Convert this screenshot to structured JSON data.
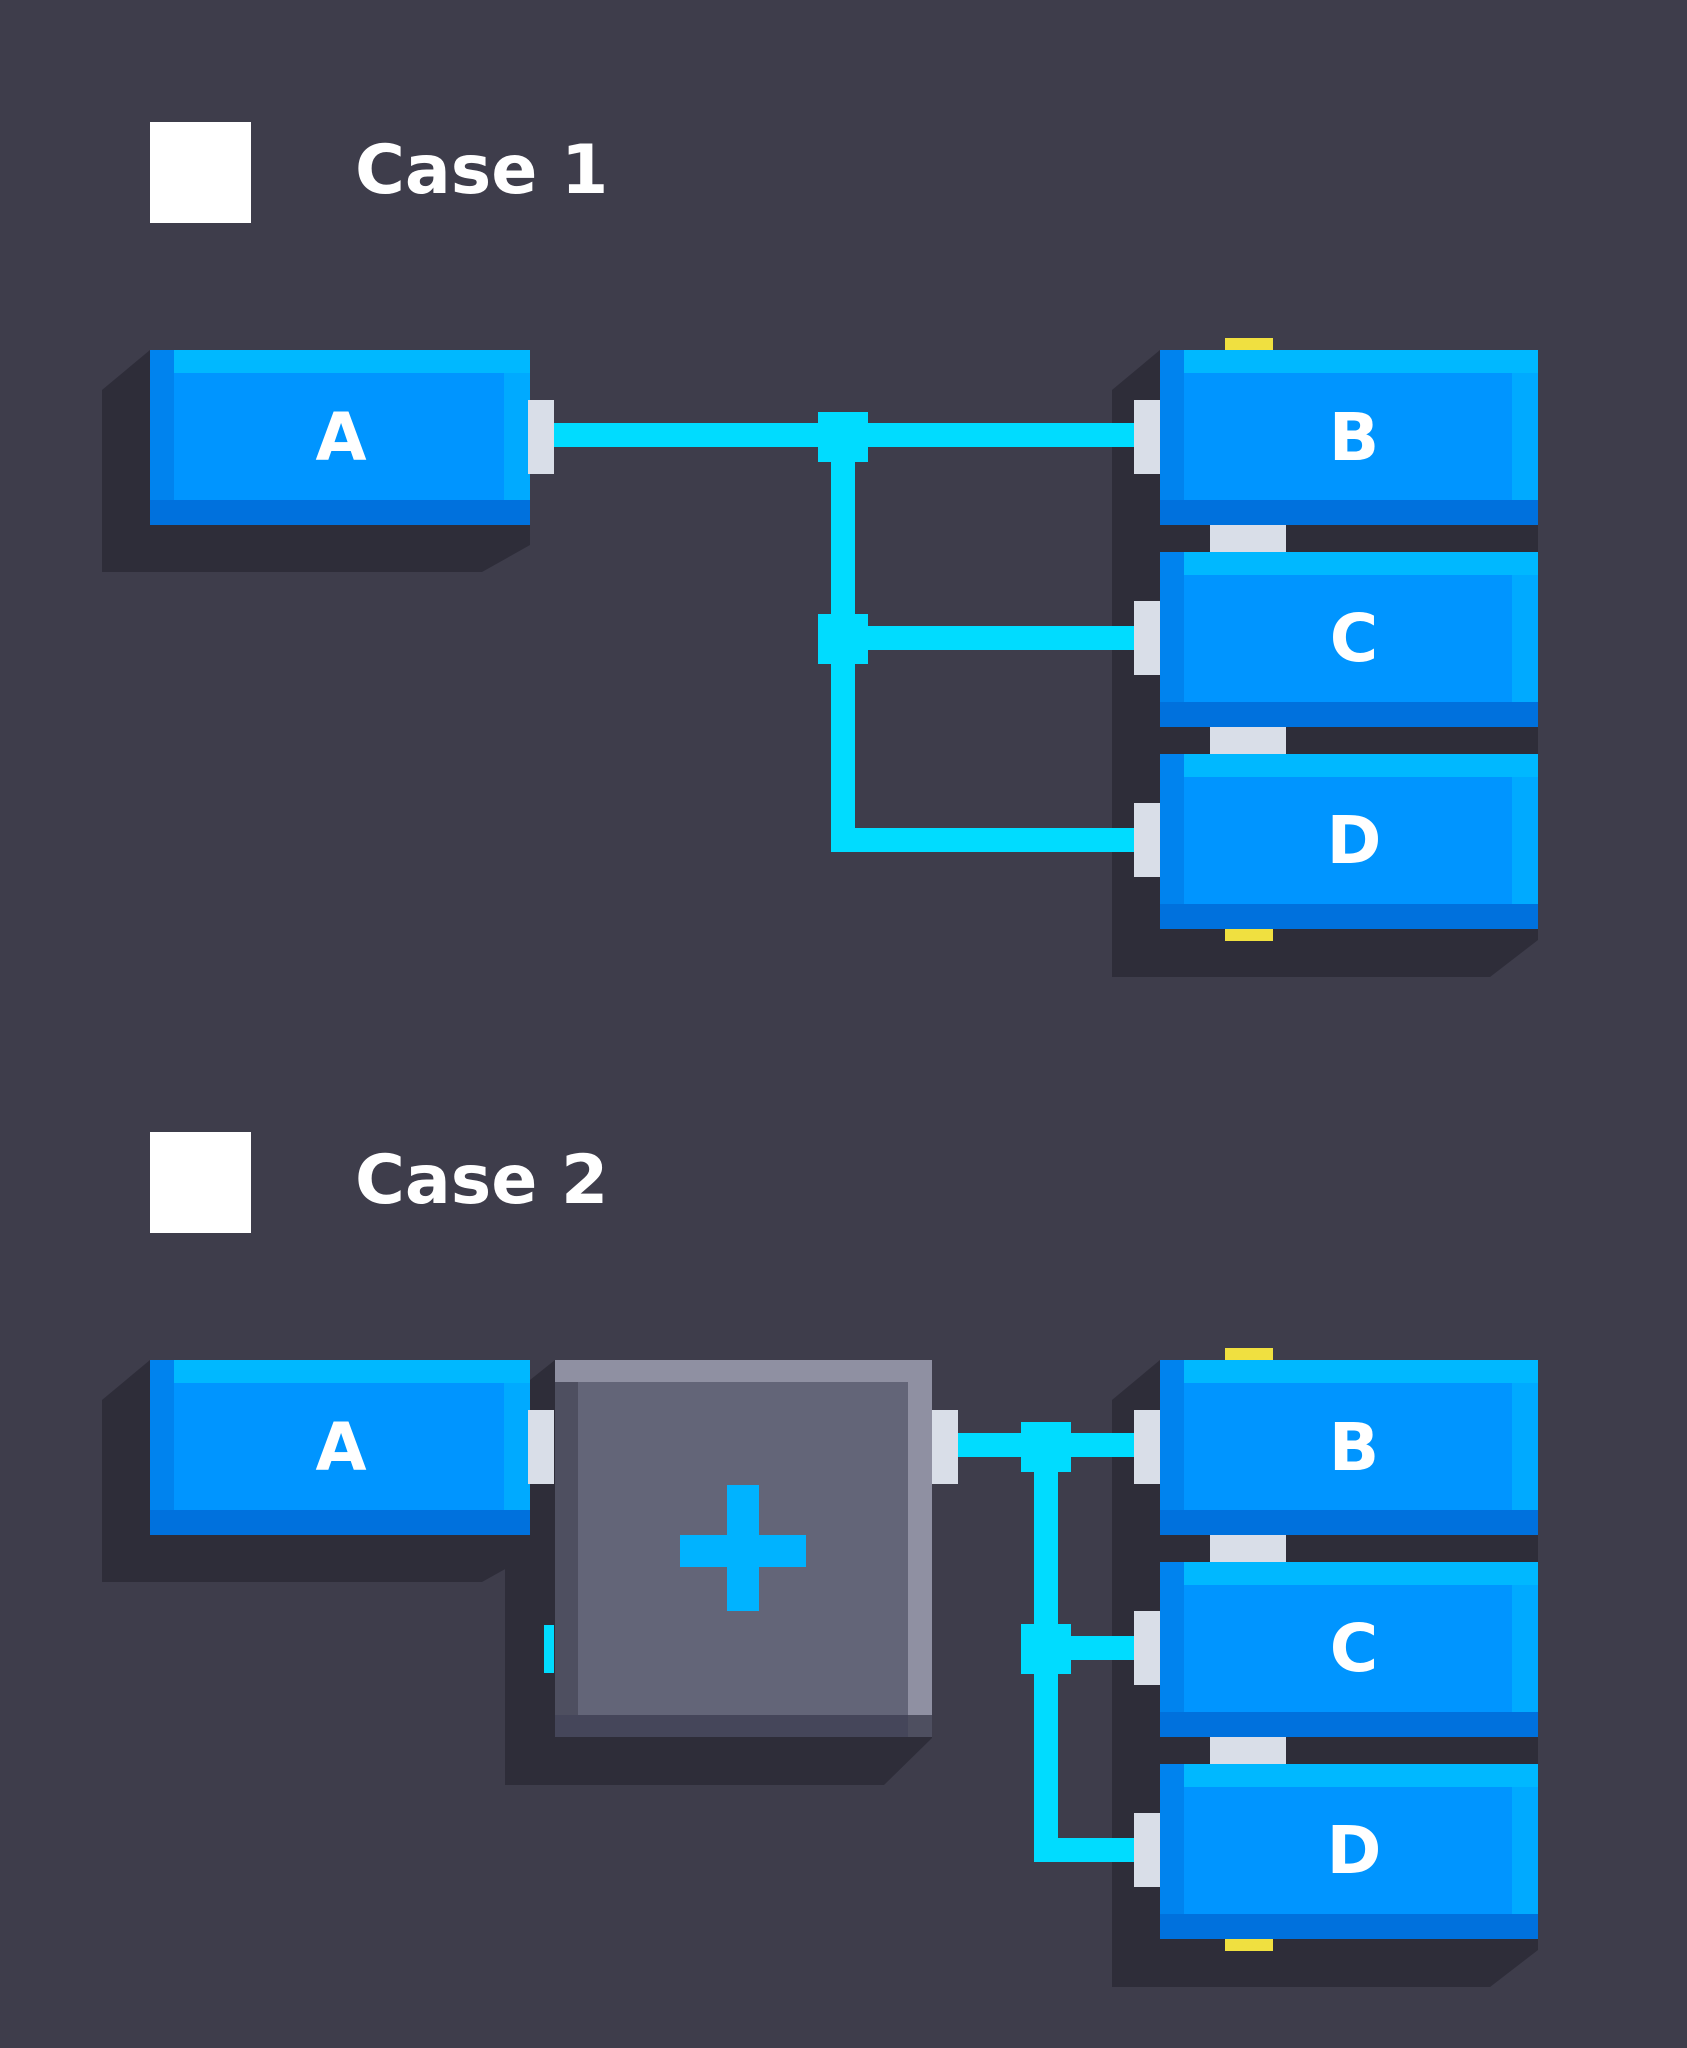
{
  "cases": [
    {
      "title": "Case 1",
      "source": {
        "label": "A"
      },
      "targets": [
        {
          "label": "B"
        },
        {
          "label": "C"
        },
        {
          "label": "D"
        }
      ]
    },
    {
      "title": "Case 2",
      "source": {
        "label": "A"
      },
      "operator": {
        "symbol": "+"
      },
      "targets": [
        {
          "label": "B"
        },
        {
          "label": "C"
        },
        {
          "label": "D"
        }
      ]
    }
  ],
  "colors": {
    "background": "#3e3d4b",
    "block_main": "#0095ff",
    "block_light": "#00b8ff",
    "block_dark": "#0071dd",
    "wire": "#00dcff",
    "port": "#d9dee8",
    "operator_fill": "#636578",
    "operator_edge": "#8f90a2",
    "operator_symbol": "#00b3ff",
    "indicator": "#f0e040",
    "checkbox": "#ffffff",
    "shadow": "#2e2d39"
  }
}
